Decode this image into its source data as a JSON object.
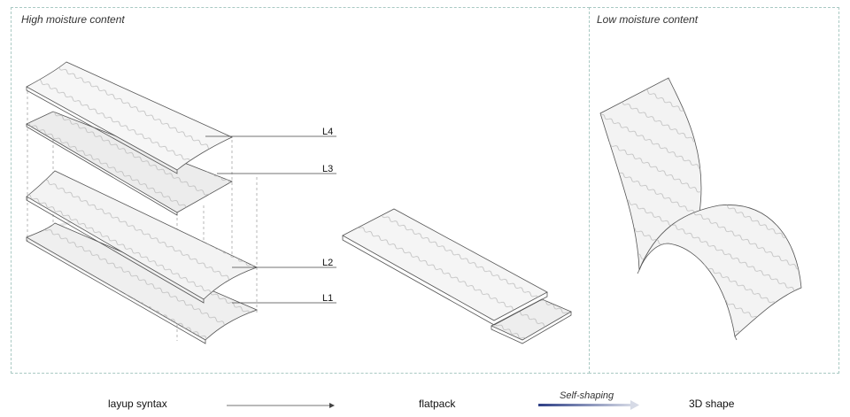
{
  "panels": {
    "left_title": "High moisture content",
    "right_title": "Low moisture content"
  },
  "layers": {
    "l4": "L4",
    "l3": "L3",
    "l2": "L2",
    "l1": "L1"
  },
  "steps": {
    "layup": "layup syntax",
    "flatpack": "flatpack",
    "transition": "Self-shaping",
    "shape": "3D shape"
  },
  "colors": {
    "panel_border": "#a9c9c3",
    "sheet_fill": "#f2f2f2",
    "sheet_edge": "#555555",
    "arrow_gradient_start": "#2d3f86",
    "arrow_gradient_end": "#d6dae6"
  }
}
